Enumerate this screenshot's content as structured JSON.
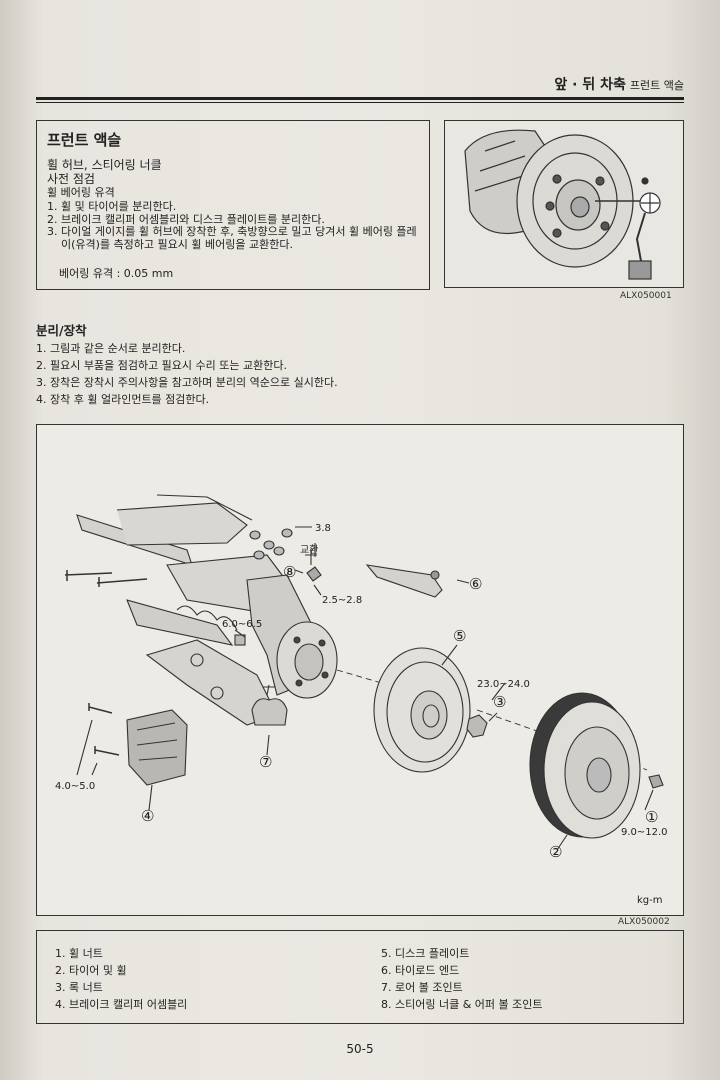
{
  "header": {
    "title": "앞 · 뒤 차축",
    "subtitle": "프런트 액슬"
  },
  "intro": {
    "title": "프런트 액슬",
    "heading": "휠 허브, 스티어링 너클",
    "subheading": "사전 점검",
    "topic": "휠 베어링 유격",
    "steps": [
      "휠 및 타이어를 분리한다.",
      "브레이크 캘리퍼 어셈블리와 디스크 플레이트를 분리한다.",
      "다이얼 게이지를 휠 허브에 장착한 후, 축방향으로 밀고 당겨서 휠 베어링 플레이(유격)를 측정하고 필요시 휠 베어링을 교환한다."
    ],
    "spec": "베어링 유격 : 0.05 mm"
  },
  "photo_caption": "ALX050001",
  "removal": {
    "title": "분리/장착",
    "steps": [
      "1. 그림과 같은 순서로 분리한다.",
      "2. 필요시 부품을 점검하고 필요시 수리 또는 교환한다.",
      "3. 장착은 장착시 주의사항을 참고하며 분리의 역순으로 실시한다.",
      "4. 장착 후 휠 얼라인먼트를 점검한다."
    ]
  },
  "diagram": {
    "labels": {
      "t38": "3.8",
      "replace": "교환",
      "t25": "2.5~2.8",
      "t60": "6.0~6.5",
      "t23": "23.0~24.0",
      "t40": "4.0~5.0",
      "t90": "9.0~12.0",
      "unit": "kg-m",
      "c1": "①",
      "c2": "②",
      "c3": "③",
      "c4": "④",
      "c5": "⑤",
      "c6": "⑥",
      "c7": "⑦",
      "c8": "⑧"
    },
    "caption": "ALX050002"
  },
  "parts": {
    "left": [
      "1. 휠 너트",
      "2. 타이어 및 휠",
      "3. 록 너트",
      "4. 브레이크 캘리퍼 어셈블리"
    ],
    "right": [
      "5. 디스크 플레이트",
      "6. 타이로드 엔드",
      "7. 로어 볼 조인트",
      "8. 스티어링 너클 & 어퍼 볼 조인트"
    ]
  },
  "page_number": "50-5"
}
